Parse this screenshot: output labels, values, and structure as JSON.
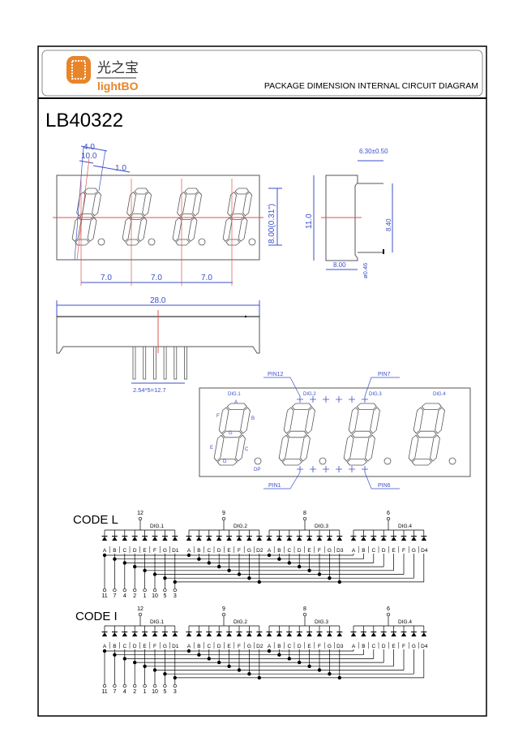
{
  "header": {
    "logo_cn": "光之宝",
    "logo_en": "lightBO",
    "title": "PACKAGE DIMENSION INTERNAL CIRCUIT DIAGRAM"
  },
  "part_number": "LB40322",
  "front_view": {
    "dim_width": "4.0",
    "dim_angle": "10.0",
    "dim_segment": "1.0",
    "dim_height": "8.00(0.31\")",
    "dim_pitch": [
      "7.0",
      "7.0",
      "7.0"
    ]
  },
  "bottom_view": {
    "dim_length": "28.0",
    "dim_pins": "2.54*5=12.7"
  },
  "side_view": {
    "dim_pin_length": "6.30±0.50",
    "dim_height": "11.0",
    "dim_pin_span": "8.40",
    "dim_depth": "8.00",
    "dim_pin_dia": "ø0.46"
  },
  "pin_diagram": {
    "digits": [
      "DIG.1",
      "DIG.2",
      "DIG.3",
      "DIG.4"
    ],
    "segments": [
      "A",
      "B",
      "C",
      "D",
      "E",
      "F",
      "G",
      "DP"
    ],
    "pins": {
      "top_left": "PIN12",
      "top_right": "PIN7",
      "bottom_left": "PIN1",
      "bottom_right": "PIN6"
    }
  },
  "circuits": [
    {
      "label": "CODE L",
      "common_pins": [
        "12",
        "9",
        "8",
        "6"
      ],
      "digit_labels": [
        "DIG.1",
        "DIG.2",
        "DIG.3",
        "DIG.4"
      ],
      "segment_labels": [
        [
          "A",
          "B",
          "C",
          "D",
          "E",
          "F",
          "G",
          "D1"
        ],
        [
          "A",
          "B",
          "C",
          "D",
          "E",
          "F",
          "G",
          "D2"
        ],
        [
          "A",
          "B",
          "C",
          "D",
          "E",
          "F",
          "G",
          "D3"
        ],
        [
          "A",
          "B",
          "C",
          "D",
          "E",
          "F",
          "G",
          "D4"
        ]
      ],
      "segment_pins": [
        "11",
        "7",
        "4",
        "2",
        "1",
        "10",
        "5",
        "3"
      ]
    },
    {
      "label": "CODE I",
      "common_pins": [
        "12",
        "9",
        "8",
        "6"
      ],
      "digit_labels": [
        "DIG.1",
        "DIG.2",
        "DIG.3",
        "DIG.4"
      ],
      "segment_labels": [
        [
          "A",
          "B",
          "C",
          "D",
          "E",
          "F",
          "G",
          "D1"
        ],
        [
          "A",
          "B",
          "C",
          "D",
          "E",
          "F",
          "G",
          "D2"
        ],
        [
          "A",
          "B",
          "C",
          "D",
          "E",
          "F",
          "G",
          "D3"
        ],
        [
          "A",
          "B",
          "C",
          "D",
          "E",
          "F",
          "G",
          "D4"
        ]
      ],
      "segment_pins": [
        "11",
        "7",
        "4",
        "2",
        "1",
        "10",
        "5",
        "3"
      ]
    }
  ],
  "colors": {
    "dimension": "#3c4fc8",
    "centerline": "#e05050",
    "logo": "#e8852a"
  }
}
